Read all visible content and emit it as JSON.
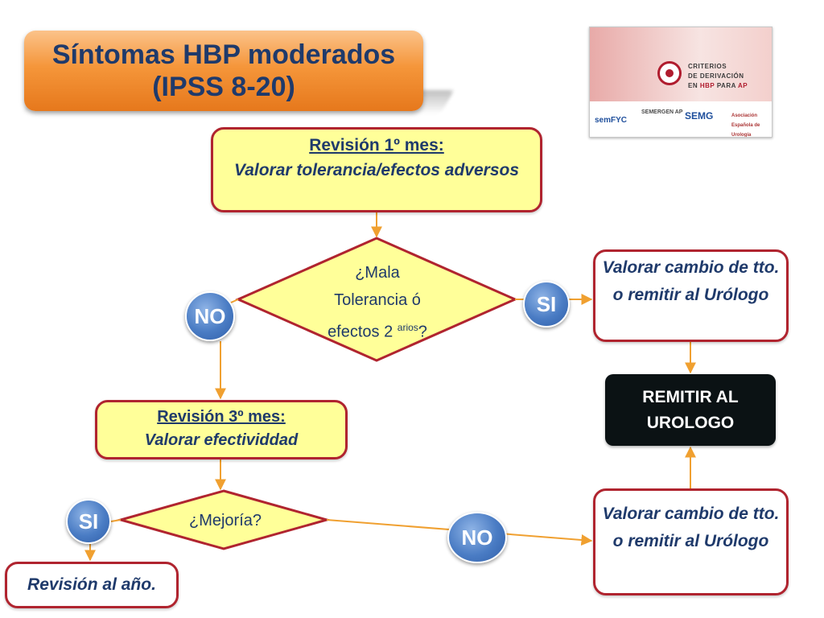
{
  "title": {
    "line1": "Síntomas HBP moderados",
    "line2": "(IPSS 8-20)"
  },
  "logo": {
    "line1": "CRITERIOS",
    "line2": "DE DERIVACIÓN",
    "line3_a": "EN ",
    "line3_b": "HBP",
    "line3_c": " PARA ",
    "line3_d": "AP",
    "sponsors": [
      "semFYC",
      "SEMERGEN AP",
      "SEMG",
      "Asociación Española de Urología"
    ]
  },
  "nodes": {
    "rev1": {
      "heading": "Revisión 1º mes:",
      "body": "Valorar tolerancia/efectos adversos"
    },
    "decision1": {
      "line1": "¿Mala",
      "line2": "Tolerancia ó",
      "line3": "efectos 2 ",
      "sup": "arios",
      "end": "?"
    },
    "cambio1": {
      "text": "Valorar cambio de tto. o remitir al Urólogo"
    },
    "remitir": {
      "text": "REMITIR AL UROLOGO"
    },
    "rev3": {
      "heading": "Revisión 3º mes:",
      "body": "Valorar efectividdad"
    },
    "decision2": {
      "text": "¿Mejoría?"
    },
    "cambio2": {
      "text": "Valorar cambio de tto. o remitir al Urólogo"
    },
    "anual": {
      "text": "Revisión al año."
    }
  },
  "labels": {
    "si1": "SI",
    "no1": "NO",
    "si2": "SI",
    "no2": "NO"
  },
  "colors": {
    "title_orange": "#f5963a",
    "box_yellow": "#ffff99",
    "border_red": "#b0242f",
    "text_navy": "#1f3a6b",
    "circle_blue": "#4a7cc4",
    "arrow_orange": "#f0a030",
    "remitir_black": "#0b1214"
  }
}
